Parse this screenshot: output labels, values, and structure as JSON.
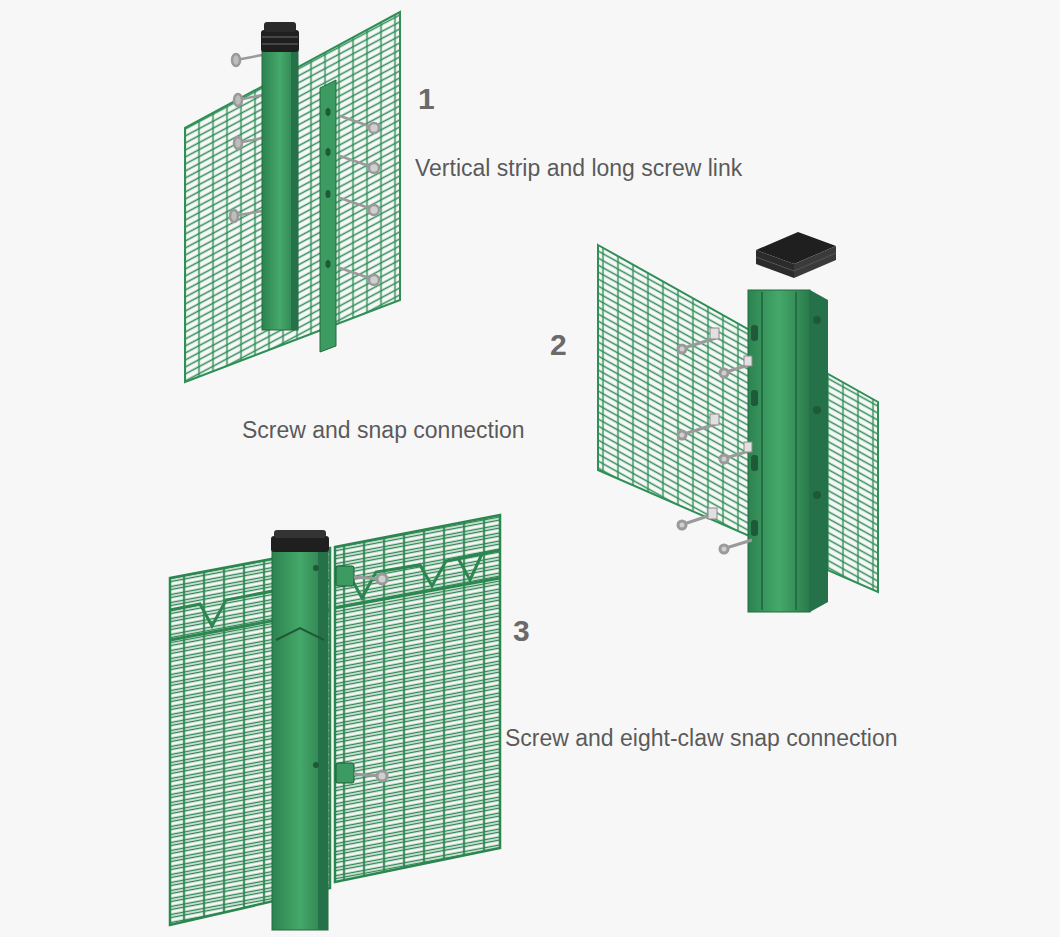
{
  "diagram": {
    "labels": [
      "1",
      "Vertical strip and long screw link",
      "2",
      "Screw and snap connection",
      "3",
      "Screw and eight-claw snap connection"
    ]
  }
}
